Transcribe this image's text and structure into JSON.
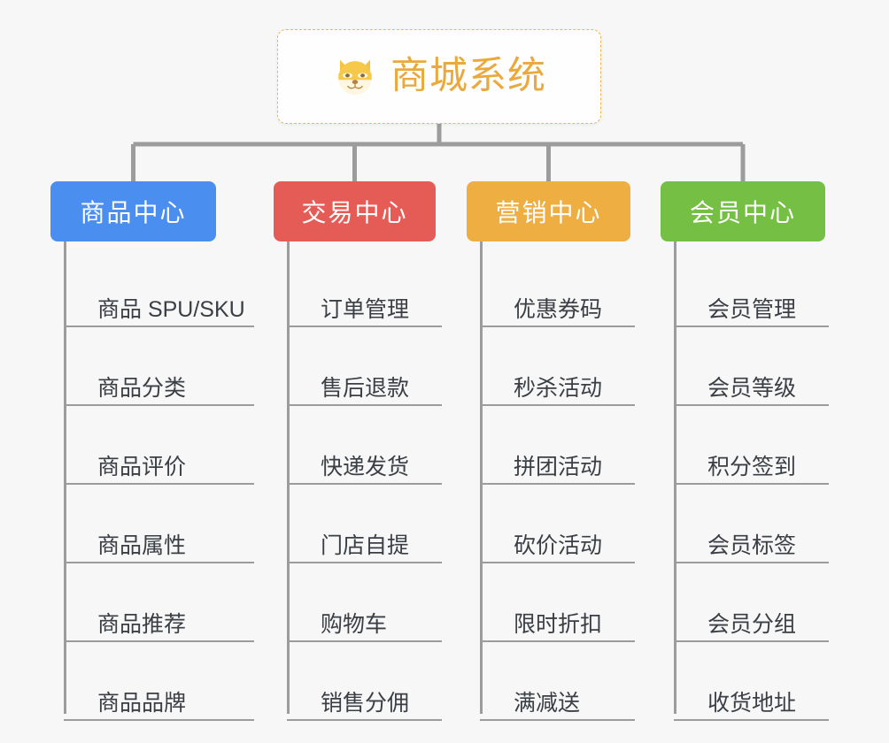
{
  "page": {
    "background_color": "#f7f7f7",
    "diagram_type": "mind-map"
  },
  "root": {
    "title": "商城系统",
    "icon": "dog-face-icon",
    "border_color": "#f0b648",
    "text_color": "#eaa93c",
    "background_color": "#fefefe"
  },
  "line_color": "#9c9c9c",
  "branches": [
    {
      "label": "商品中心",
      "color": "#4a8ef0",
      "items": [
        {
          "label": "商品 SPU/SKU"
        },
        {
          "label": "商品分类"
        },
        {
          "label": "商品评价"
        },
        {
          "label": "商品属性"
        },
        {
          "label": "商品推荐"
        },
        {
          "label": "商品品牌"
        }
      ]
    },
    {
      "label": "交易中心",
      "color": "#e55b55",
      "items": [
        {
          "label": "订单管理"
        },
        {
          "label": "售后退款"
        },
        {
          "label": "快递发货"
        },
        {
          "label": "门店自提"
        },
        {
          "label": "购物车"
        },
        {
          "label": "销售分佣"
        }
      ]
    },
    {
      "label": "营销中心",
      "color": "#eeae42",
      "items": [
        {
          "label": "优惠券码"
        },
        {
          "label": "秒杀活动"
        },
        {
          "label": "拼团活动"
        },
        {
          "label": "砍价活动"
        },
        {
          "label": "限时折扣"
        },
        {
          "label": "满减送"
        }
      ]
    },
    {
      "label": "会员中心",
      "color": "#74bf44",
      "items": [
        {
          "label": "会员管理"
        },
        {
          "label": "会员等级"
        },
        {
          "label": "积分签到"
        },
        {
          "label": "会员标签"
        },
        {
          "label": "会员分组"
        },
        {
          "label": "收货地址"
        }
      ]
    }
  ]
}
